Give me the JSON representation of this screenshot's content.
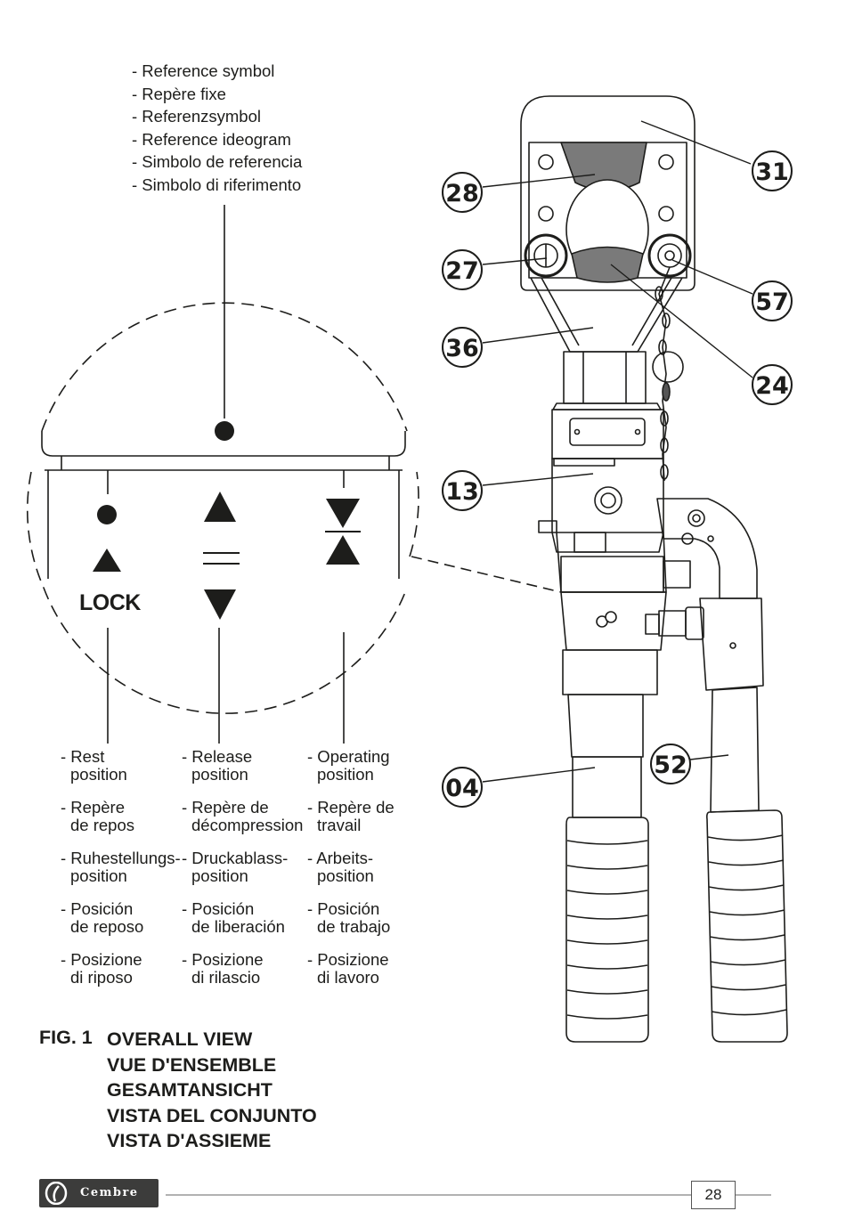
{
  "reference_symbol_labels": [
    "- Reference symbol",
    "- Repère fixe",
    "- Referenzsymbol",
    "- Reference ideogram",
    "- Simbolo de referencia",
    "- Simbolo di riferimento"
  ],
  "lock_label": "LOCK",
  "positions": {
    "rest": [
      [
        "- Rest",
        "position"
      ],
      [
        "- Repère",
        "de repos"
      ],
      [
        "- Ruhestellungs-",
        "position"
      ],
      [
        "- Posición",
        "de reposo"
      ],
      [
        "- Posizione",
        "di riposo"
      ]
    ],
    "release": [
      [
        "- Release",
        "position"
      ],
      [
        "- Repère de",
        "décompression"
      ],
      [
        "- Druckablass-",
        "position"
      ],
      [
        "- Posición",
        "de liberación"
      ],
      [
        "- Posizione",
        "di rilascio"
      ]
    ],
    "operating": [
      [
        "- Operating",
        "position"
      ],
      [
        "- Repère de",
        "travail"
      ],
      [
        "- Arbeits-",
        "position"
      ],
      [
        "- Posición",
        "de trabajo"
      ],
      [
        "- Posizione",
        "di lavoro"
      ]
    ]
  },
  "callouts": [
    "31",
    "28",
    "27",
    "57",
    "36",
    "24",
    "13",
    "52",
    "04"
  ],
  "figure": {
    "number": "FIG. 1",
    "titles": [
      "OVERALL VIEW",
      "VUE D'ENSEMBLE",
      "GESAMTANSICHT",
      "VISTA DEL CONJUNTO",
      "VISTA D'ASSIEME"
    ]
  },
  "footer": {
    "logo_text": "Cembre",
    "page_number": "28"
  }
}
